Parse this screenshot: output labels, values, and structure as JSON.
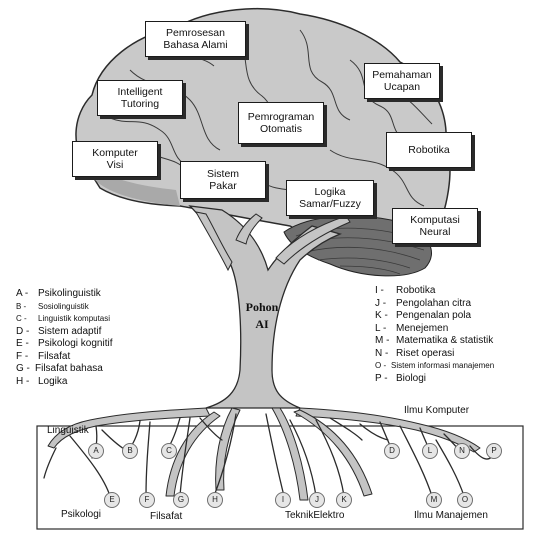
{
  "boxes": {
    "pemrosesan": [
      "Pemrosesan",
      "Bahasa Alami"
    ],
    "intelligent": [
      "Intelligent",
      "Tutoring"
    ],
    "pemahaman": [
      "Pemahaman",
      "Ucapan"
    ],
    "pemrograman": [
      "Pemrograman",
      "Otomatis"
    ],
    "komputer_visi": [
      "Komputer",
      "Visi"
    ],
    "robotika": [
      "Robotika"
    ],
    "sistem_pakar": [
      "Sistem",
      "Pakar"
    ],
    "logika": [
      "Logika",
      "Samar/Fuzzy"
    ],
    "komputasi": [
      "Komputasi",
      "Neural"
    ]
  },
  "trunk_label": [
    "Pohon",
    "AI"
  ],
  "legend_left": [
    {
      "code": "A -",
      "text": "Psikolinguistik"
    },
    {
      "code": "B -",
      "text": "Sosiolinguistik"
    },
    {
      "code": "C -",
      "text": "Linguistik komputasi"
    },
    {
      "code": "D -",
      "text": "Sistem adaptif"
    },
    {
      "code": "E -",
      "text": "Psikologi kognitif"
    },
    {
      "code": "F -",
      "text": "Filsafat"
    },
    {
      "code": "G -",
      "text": "Filsafat bahasa"
    },
    {
      "code": "H -",
      "text": "Logika"
    }
  ],
  "legend_right": [
    {
      "code": "I -",
      "text": "Robotika"
    },
    {
      "code": "J -",
      "text": "Pengolahan citra"
    },
    {
      "code": "K -",
      "text": "Pengenalan pola"
    },
    {
      "code": "L -",
      "text": "Menejemen"
    },
    {
      "code": "M -",
      "text": "Matematika & statistik"
    },
    {
      "code": "N -",
      "text": "Riset operasi"
    },
    {
      "code": "O -",
      "text": "Sistem informasi manajemen"
    },
    {
      "code": "P -",
      "text": "Biologi"
    }
  ],
  "ground_labels": {
    "linguistik": "Linguistik",
    "ilmu_komputer": "Ilmu Komputer",
    "psikologi": "Psikologi",
    "filsafat": "Filsafat",
    "teknik_elektro": "TeknikElektro",
    "ilmu_manajemen": "Ilmu Manajemen"
  },
  "root_nodes": [
    "A",
    "B",
    "C",
    "D",
    "L",
    "N",
    "P",
    "E",
    "F",
    "G",
    "H",
    "I",
    "J",
    "K",
    "M",
    "O"
  ]
}
